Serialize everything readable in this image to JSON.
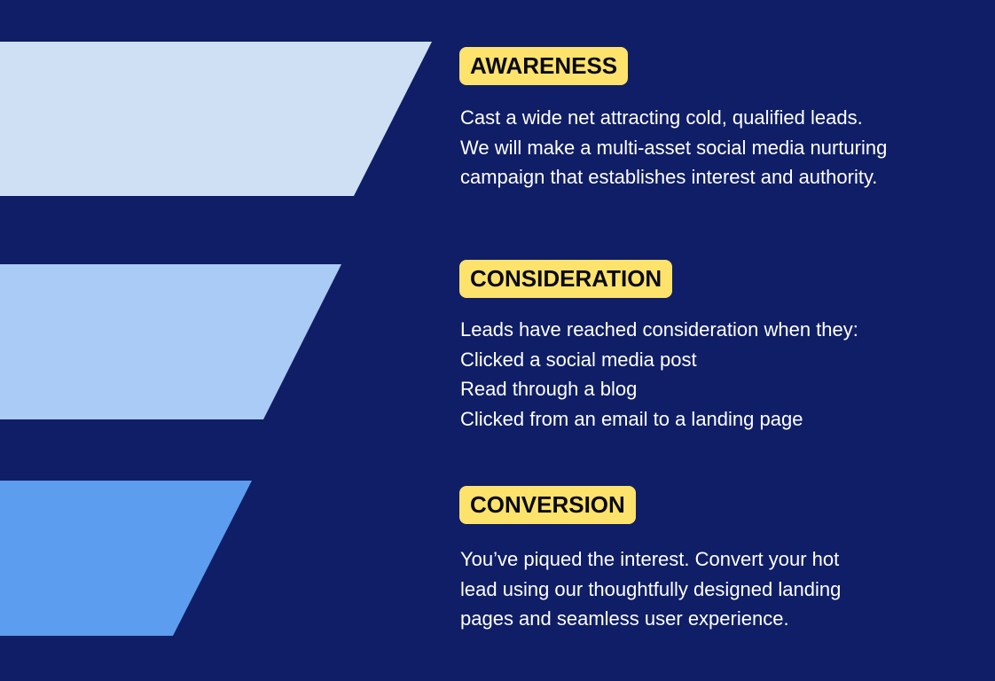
{
  "colors": {
    "background": "#0f1e66",
    "awareness": "#d0e0f4",
    "consideration": "#a9cbf5",
    "conversion": "#5d9def",
    "badge": "#fde36b"
  },
  "stages": [
    {
      "title": "AWARENESS",
      "lines": [
        "Cast a wide net attracting cold, qualified leads.",
        "We will make a multi-asset social media nurturing",
        "campaign that establishes interest and authority."
      ]
    },
    {
      "title": "CONSIDERATION",
      "lines": [
        "Leads have reached consideration when they:",
        "Clicked a social media post",
        "Read through a blog",
        "Clicked from an email to a landing page"
      ]
    },
    {
      "title": "CONVERSION",
      "lines": [
        "You’ve piqued the interest. Convert your hot",
        "lead using our thoughtfully designed landing",
        "pages and seamless user experience."
      ]
    }
  ]
}
